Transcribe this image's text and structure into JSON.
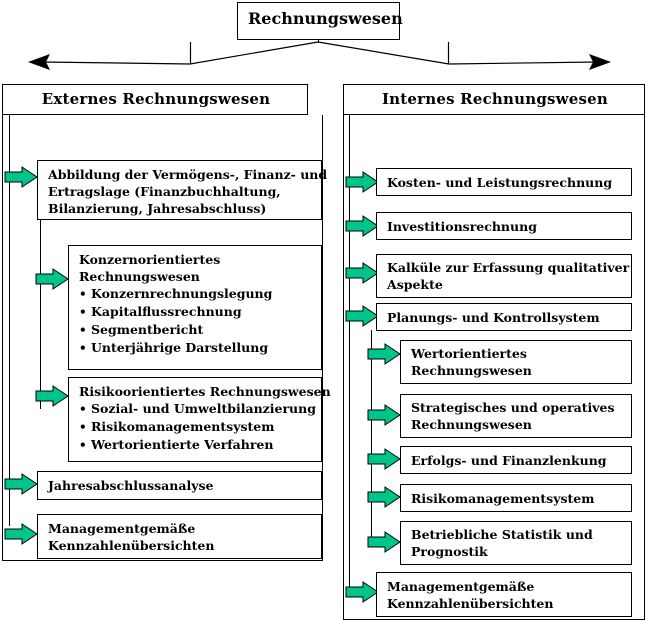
{
  "diagram": {
    "title": "Rechnungswesen",
    "accent_arrow_color": "#00C58A",
    "line_color": "#000000",
    "background": "#ffffff"
  },
  "columns": [
    {
      "id": "externes",
      "header": "Externes Rechnungswesen",
      "items": [
        {
          "id": "abbildung",
          "indent": false,
          "lines": [
            "Abbildung der Vermögens-, Finanz- und",
            "Ertragslage (Finanzbuchhaltung,",
            "Bilanzierung, Jahresabschluss)"
          ],
          "bullets": []
        },
        {
          "id": "konzernorientiertes",
          "indent": true,
          "lines": [
            "Konzernorientiertes",
            "Rechnungswesen"
          ],
          "bullets": [
            "Konzernrechnungslegung",
            "Kapitalflussrechnung",
            "Segmentbericht",
            "Unterjährige Darstellung"
          ]
        },
        {
          "id": "risikoorientiertes",
          "indent": true,
          "lines": [
            "Risikoorientiertes Rechnungswesen"
          ],
          "bullets": [
            "Sozial- und Umweltbilanzierung",
            "Risikomanagementsystem",
            "Wertorientierte Verfahren"
          ]
        },
        {
          "id": "jahresabschlussanalyse",
          "indent": false,
          "lines": [
            "Jahresabschlussanalyse"
          ],
          "bullets": []
        },
        {
          "id": "managementgemaesse-links",
          "indent": false,
          "lines": [
            "Managementgemäße",
            "Kennzahlenübersichten"
          ],
          "bullets": []
        }
      ]
    },
    {
      "id": "internes",
      "header": "Internes Rechnungswesen",
      "items": [
        {
          "id": "kosten-leistung",
          "indent": false,
          "lines": [
            "Kosten- und Leistungsrechnung"
          ],
          "bullets": []
        },
        {
          "id": "investitionsrechnung",
          "indent": false,
          "lines": [
            "Investitionsrechnung"
          ],
          "bullets": []
        },
        {
          "id": "kalkuele",
          "indent": false,
          "lines": [
            "Kalküle zur Erfassung qualitativer",
            "Aspekte"
          ],
          "bullets": []
        },
        {
          "id": "planungs-kontrollsystem",
          "indent": false,
          "lines": [
            "Planungs- und Kontrollsystem"
          ],
          "bullets": []
        },
        {
          "id": "wertorientiertes",
          "indent": true,
          "lines": [
            "Wertorientiertes",
            "Rechnungswesen"
          ],
          "bullets": []
        },
        {
          "id": "strategisches-operatives",
          "indent": true,
          "lines": [
            "Strategisches und operatives",
            "Rechnungswesen"
          ],
          "bullets": []
        },
        {
          "id": "erfolgs-finanzlenkung",
          "indent": true,
          "lines": [
            "Erfolgs- und Finanzlenkung"
          ],
          "bullets": []
        },
        {
          "id": "risikomanagementsystem",
          "indent": true,
          "lines": [
            "Risikomanagementsystem"
          ],
          "bullets": []
        },
        {
          "id": "betriebliche-statistik",
          "indent": true,
          "lines": [
            "Betriebliche Statistik und",
            "Prognostik"
          ],
          "bullets": []
        },
        {
          "id": "managementgemaesse-rechts",
          "indent": false,
          "lines": [
            "Managementgemäße",
            "Kennzahlenübersichten"
          ],
          "bullets": []
        }
      ]
    }
  ]
}
